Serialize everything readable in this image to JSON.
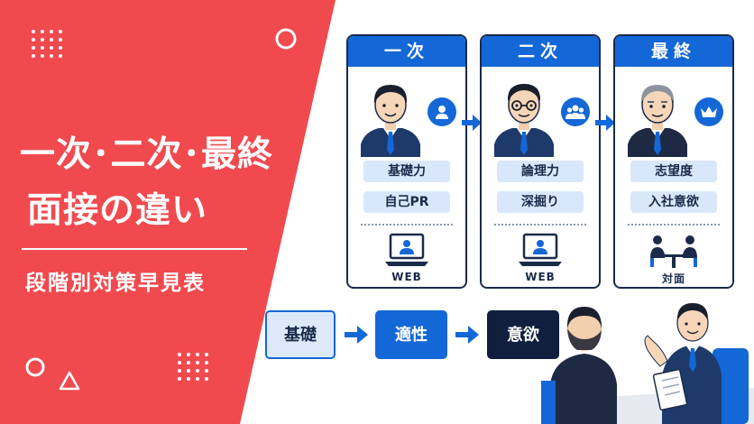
{
  "title": {
    "line1": "一次･二次･最終",
    "line2": "面接の違い",
    "subtitle": "段階別対策早見表"
  },
  "stages": [
    {
      "label": "一次",
      "tags": [
        "基礎力",
        "自己PR"
      ],
      "mode": "WEB",
      "badge_icon": "person-icon",
      "mode_icon": "laptop-video-icon"
    },
    {
      "label": "二次",
      "tags": [
        "論理力",
        "深掘り"
      ],
      "mode": "WEB",
      "badge_icon": "group-icon",
      "mode_icon": "laptop-video-icon"
    },
    {
      "label": "最終",
      "tags": [
        "志望度",
        "入社意欲"
      ],
      "mode": "対面",
      "badge_icon": "crown-icon",
      "mode_icon": "face-to-face-meeting-icon"
    }
  ],
  "flow": [
    "基礎",
    "適性",
    "意欲"
  ],
  "colors": {
    "red": "#f04a4f",
    "blue": "#1467d6",
    "navy": "#0f1f3d",
    "light_blue": "#d9e7fb"
  }
}
